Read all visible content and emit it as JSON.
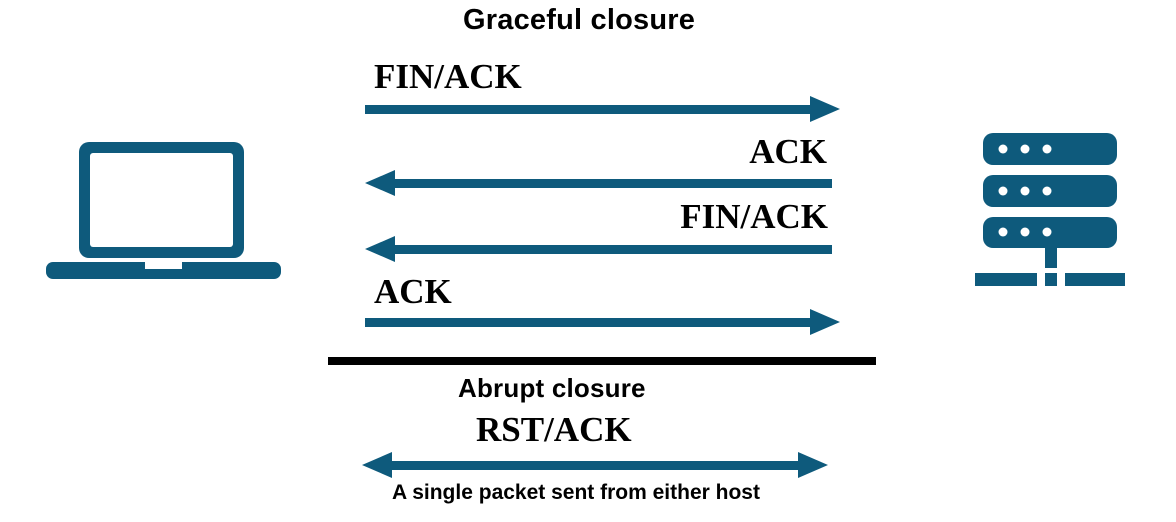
{
  "colors": {
    "accent": "#0E5A7C",
    "divider": "#000000",
    "text": "#000000",
    "background": "#FFFFFF"
  },
  "diagram": {
    "graceful": {
      "title": "Graceful closure",
      "messages": [
        {
          "label": "FIN/ACK",
          "direction": "right"
        },
        {
          "label": "ACK",
          "direction": "left"
        },
        {
          "label": "FIN/ACK",
          "direction": "left"
        },
        {
          "label": "ACK",
          "direction": "right"
        }
      ]
    },
    "abrupt": {
      "title": "Abrupt closure",
      "message": {
        "label": "RST/ACK",
        "direction": "both"
      },
      "caption": "A single packet sent from either host"
    },
    "endpoints": {
      "left": "laptop",
      "right": "server"
    }
  }
}
